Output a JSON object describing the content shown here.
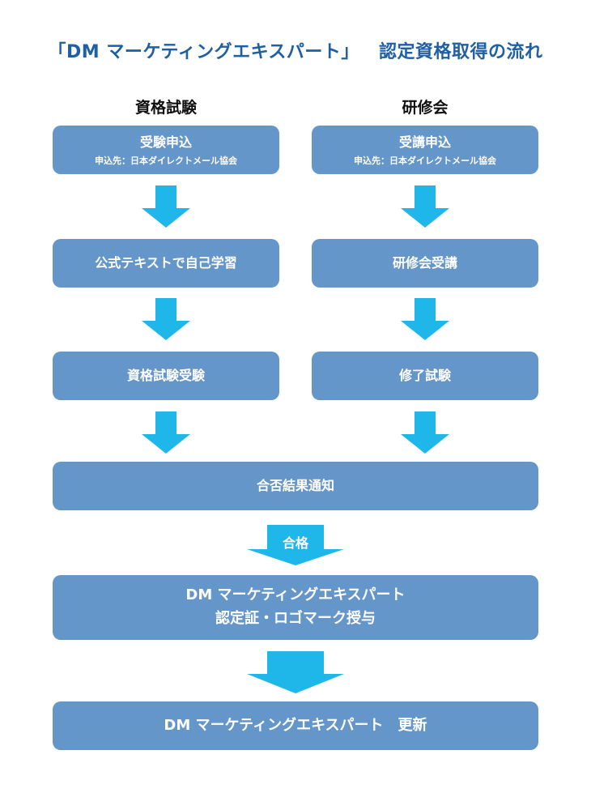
{
  "title": {
    "left": "「DM マーケティングエキスパート」",
    "right": "認定資格取得の流れ"
  },
  "columns": {
    "left_header": "資格試験",
    "right_header": "研修会"
  },
  "left_flow": {
    "step1_main": "受験申込",
    "step1_sub": "申込先：日本ダイレクトメール協会",
    "step2": "公式テキストで自己学習",
    "step3": "資格試験受験"
  },
  "right_flow": {
    "step1_main": "受講申込",
    "step1_sub": "申込先：日本ダイレクトメール協会",
    "step2": "研修会受講",
    "step3": "修了試験"
  },
  "shared_flow": {
    "result": "合否結果通知",
    "pass_label": "合格",
    "certification_line1": "DM マーケティングエキスパート",
    "certification_line2": "認定証・ロゴマーク授与",
    "renewal": "DM マーケティングエキスパート　更新"
  },
  "colors": {
    "box": "#6596c9",
    "arrow": "#1fb7ea",
    "title": "#1f5fa3"
  }
}
